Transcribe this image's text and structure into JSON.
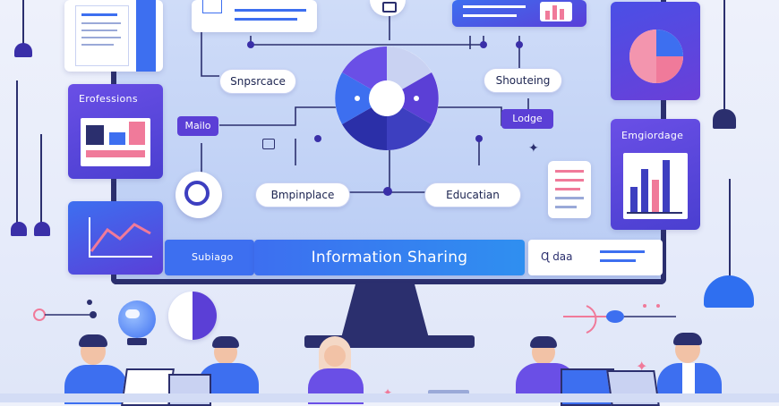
{
  "banner": {
    "title": "Information Sharing"
  },
  "left_cards": {
    "professions": {
      "title": "Erofessions"
    },
    "salaries": {
      "title": "Subiago"
    }
  },
  "right_cards": {
    "knowledge": {
      "title": "Emgiordage"
    },
    "data": {
      "title": "Ɋ daa"
    }
  },
  "diagram": {
    "experience": "Snpsrcace",
    "sharing": "Shouteing",
    "employee": "Bmpinplace",
    "education": "Educatian",
    "mailo": "Mailo",
    "lodge": "Lodge"
  },
  "colors": {
    "accent_blue": "#3d6ff0",
    "accent_violet": "#5b3fd6",
    "pink": "#f07a9a"
  }
}
